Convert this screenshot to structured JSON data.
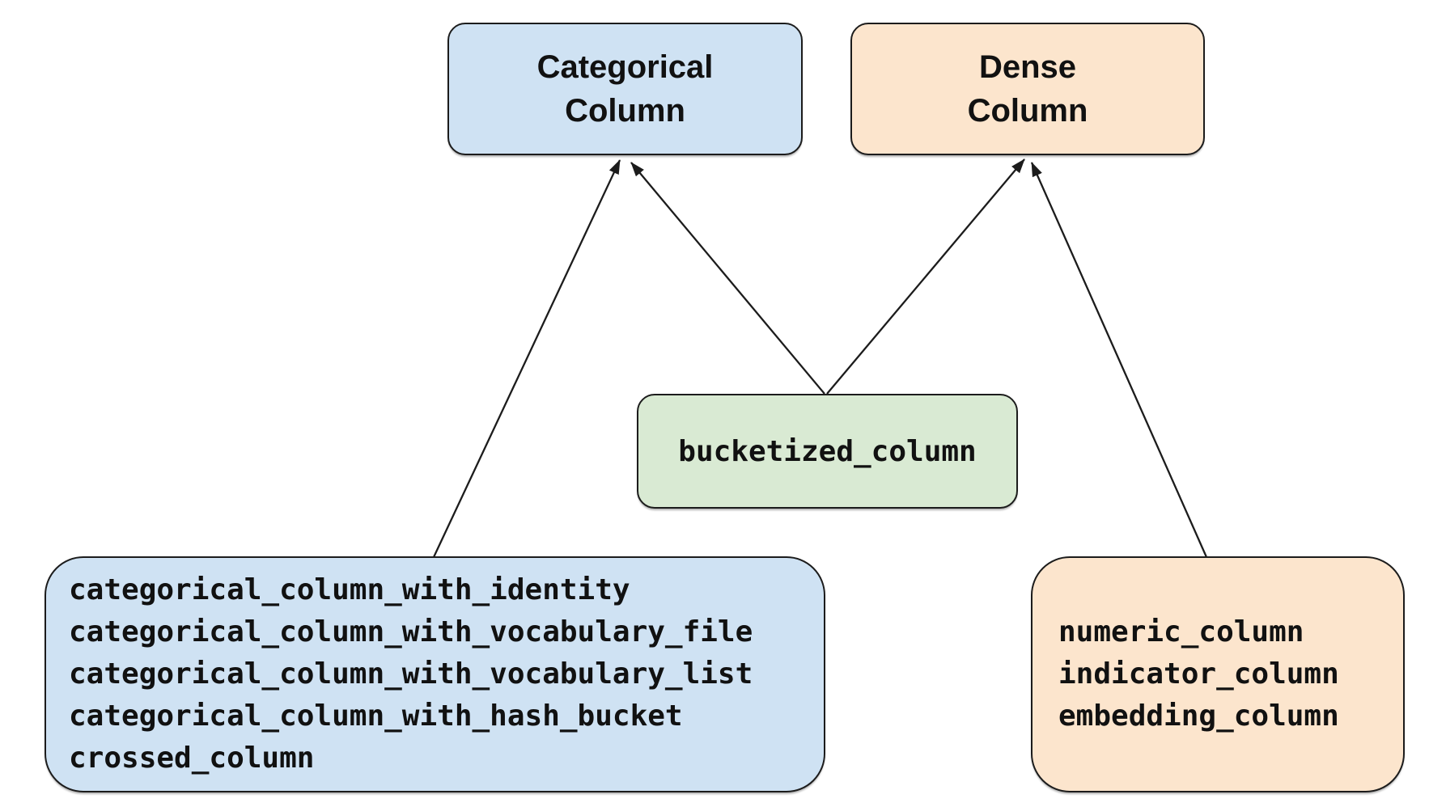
{
  "diagram": {
    "background": "#ffffff",
    "colors": {
      "categorical_fill": "#cfe2f3",
      "dense_fill": "#fce5cd",
      "bucketized_fill": "#d9ead3",
      "border": "#1c1c1c",
      "arrow": "#1c1c1c",
      "text": "#111111"
    },
    "nodes": {
      "categorical_parent": {
        "line1": "Categorical",
        "line2": "Column",
        "fill": "#cfe2f3"
      },
      "dense_parent": {
        "line1": "Dense",
        "line2": "Column",
        "fill": "#fce5cd"
      },
      "bucketized": {
        "label": "bucketized_column",
        "fill": "#d9ead3"
      },
      "categorical_impl": {
        "fill": "#cfe2f3",
        "lines": [
          "categorical_column_with_identity",
          "categorical_column_with_vocabulary_file",
          "categorical_column_with_vocabulary_list",
          "categorical_column_with_hash_bucket",
          "crossed_column"
        ]
      },
      "dense_impl": {
        "fill": "#fce5cd",
        "lines": [
          "numeric_column",
          "indicator_column",
          "embedding_column"
        ]
      }
    },
    "edges": [
      {
        "from": "categorical_impl",
        "to": "categorical_parent"
      },
      {
        "from": "bucketized",
        "to": "categorical_parent"
      },
      {
        "from": "bucketized",
        "to": "dense_parent"
      },
      {
        "from": "dense_impl",
        "to": "dense_parent"
      }
    ]
  }
}
